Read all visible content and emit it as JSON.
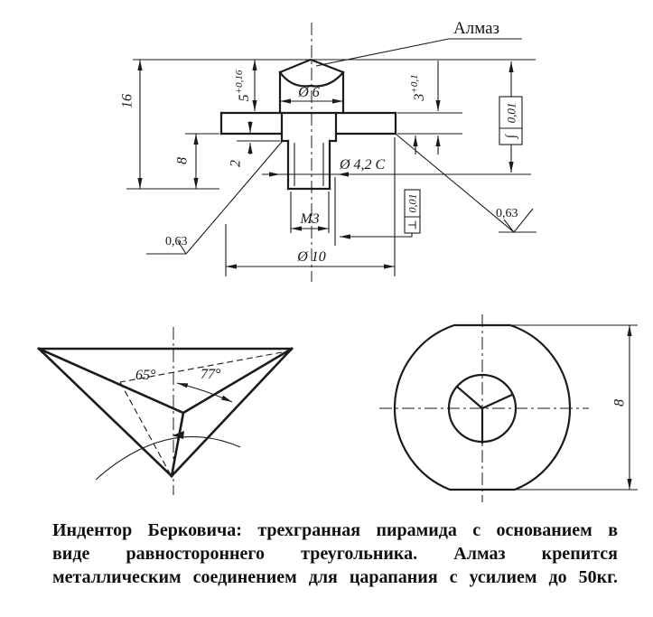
{
  "top_view": {
    "diamond_label": "Алмаз",
    "dim_16": "16",
    "dim_8": "8",
    "dim_2": "2",
    "dim_5": {
      "value": "5",
      "tolerance": "+0,16"
    },
    "dim_3": {
      "value": "3",
      "tolerance": "+0,1"
    },
    "dia_6": "Ø 6",
    "dia_42": "Ø 4,2 С",
    "thread_m3": "М3",
    "dia_10": "Ø 10",
    "roughness_left": "0,63",
    "roughness_right": "0,63",
    "profile_tolerance": {
      "symbol": "∫",
      "value": "0,01"
    },
    "perpendicularity_tolerance": {
      "symbol": "⊥",
      "value": "0,01"
    }
  },
  "pyramid_view": {
    "angle_face": "65°",
    "angle_edge": "77°"
  },
  "end_view": {
    "dim_8": "8"
  },
  "caption": {
    "lines": [
      "Индентор Берковича: трехгранная пирамида с основанием в",
      "виде равностороннего треугольника. Алмаз крепится",
      "металлическим соединением для царапания с усилием до 50кг."
    ]
  }
}
